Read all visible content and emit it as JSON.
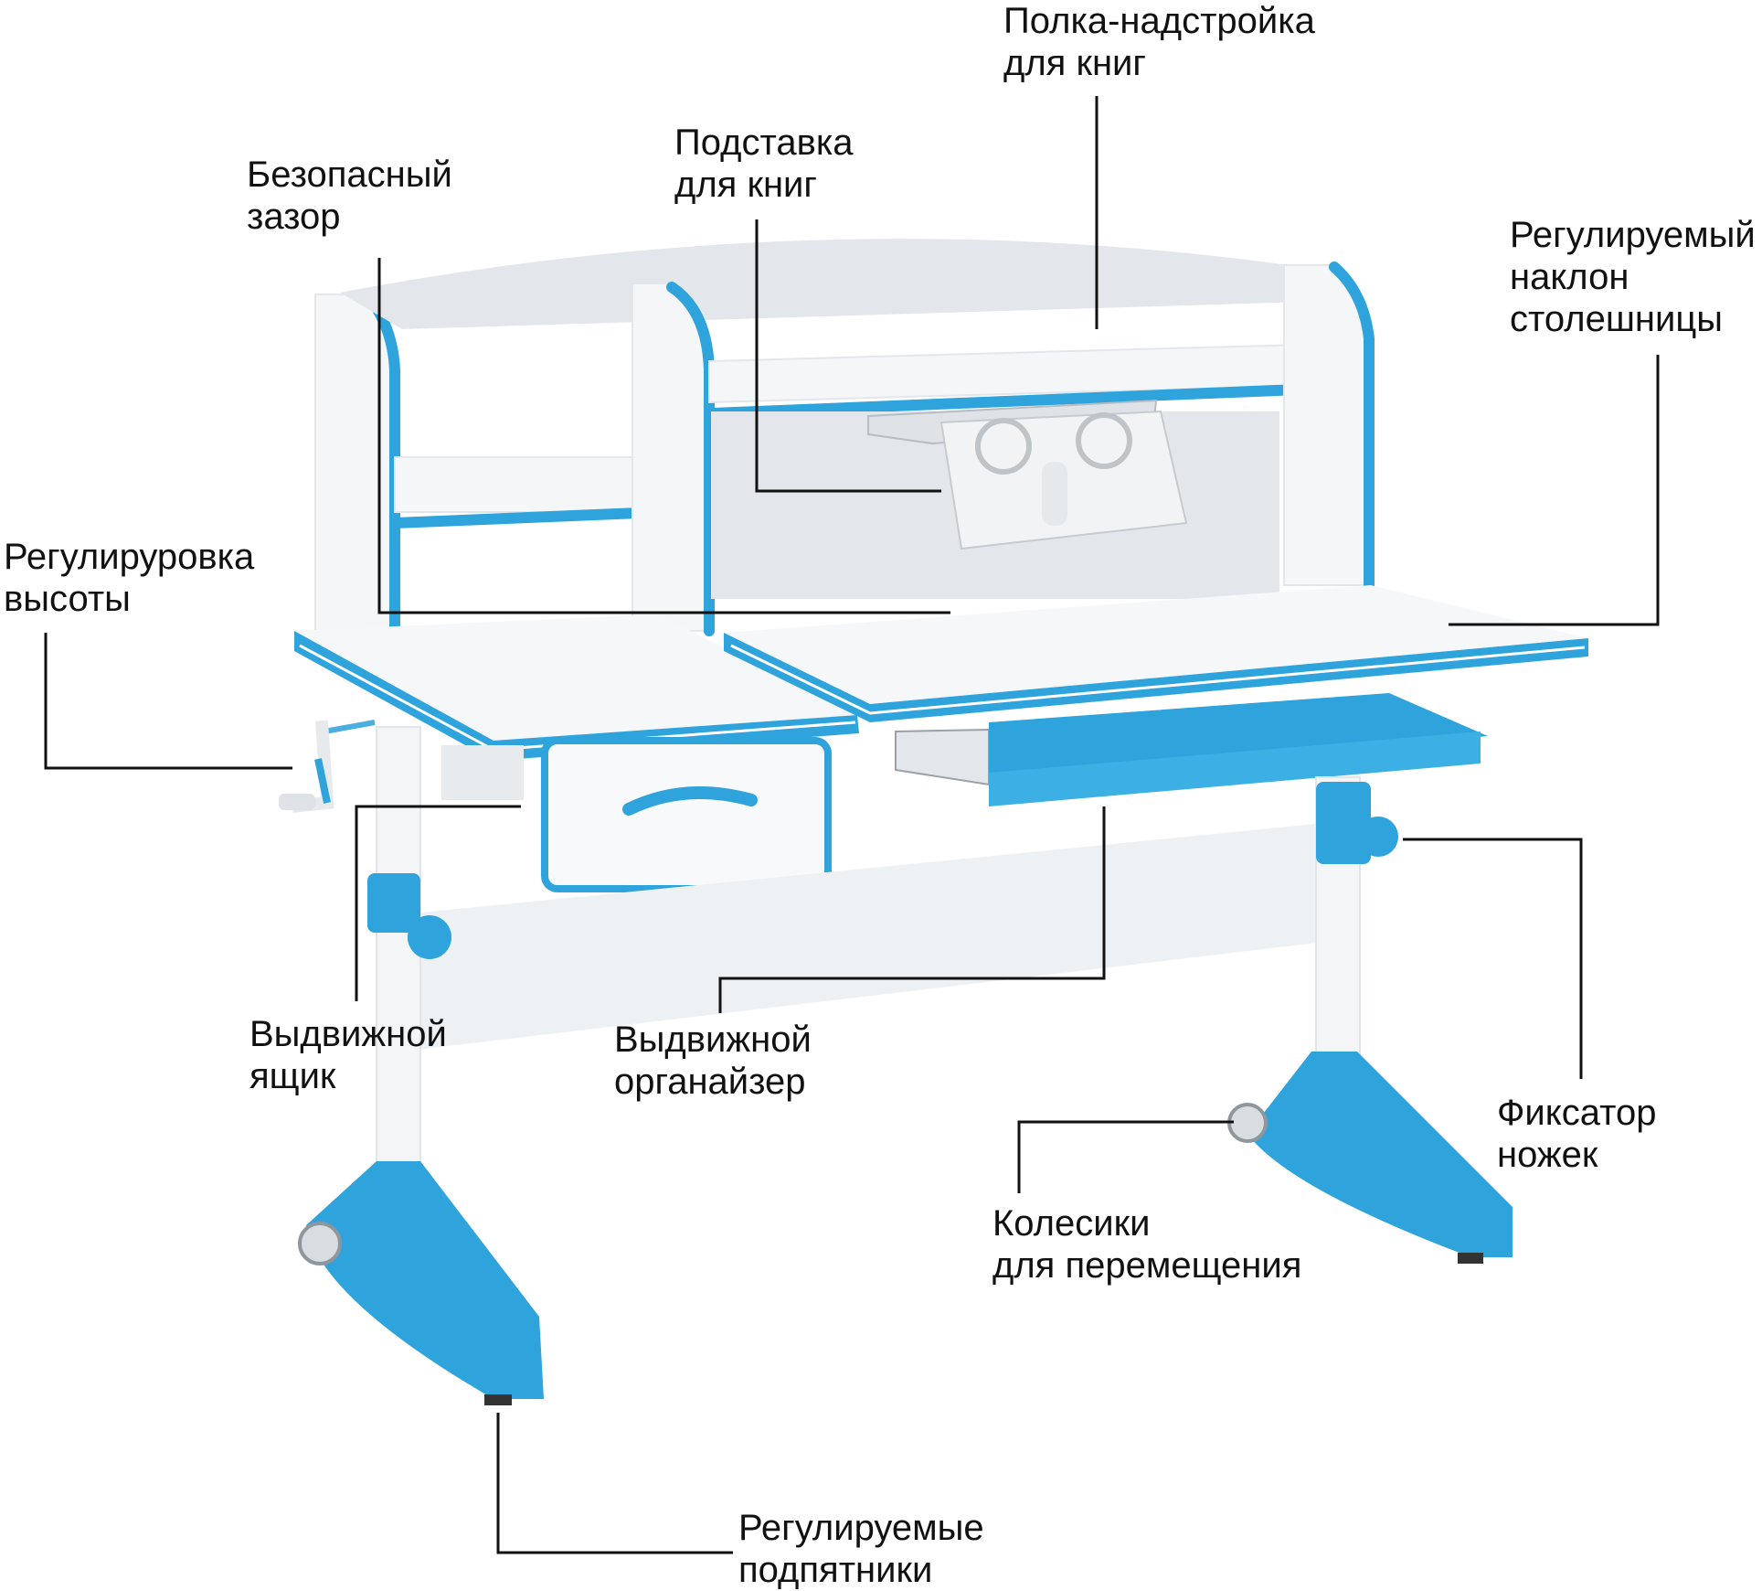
{
  "colors": {
    "accent": "#2fa3dc",
    "accent_light": "#7fcdf0",
    "panel": "#f4f6f8",
    "panel_shade": "#e3e7eb",
    "line": "#111111",
    "text": "#111111"
  },
  "labels": {
    "shelf": {
      "line1": "Полка-надстройка",
      "line2": "для книг"
    },
    "book_stand": {
      "line1": "Подставка",
      "line2": "для книг"
    },
    "safe_gap": {
      "line1": "Безопасный",
      "line2": "зазор"
    },
    "tilt": {
      "line1": "Регулируемый",
      "line2": "наклон",
      "line3": "столешницы"
    },
    "height": {
      "line1": "Регулируровка",
      "line2": "высоты"
    },
    "drawer": {
      "line1": "Выдвижной",
      "line2": "ящик"
    },
    "organizer": {
      "line1": "Выдвижной",
      "line2": "органайзер"
    },
    "leg_lock": {
      "line1": "Фиксатор",
      "line2": "ножек"
    },
    "wheels": {
      "line1": "Колесики",
      "line2": "для перемещения"
    },
    "feet": {
      "line1": "Регулируемые",
      "line2": "подпятники"
    }
  }
}
